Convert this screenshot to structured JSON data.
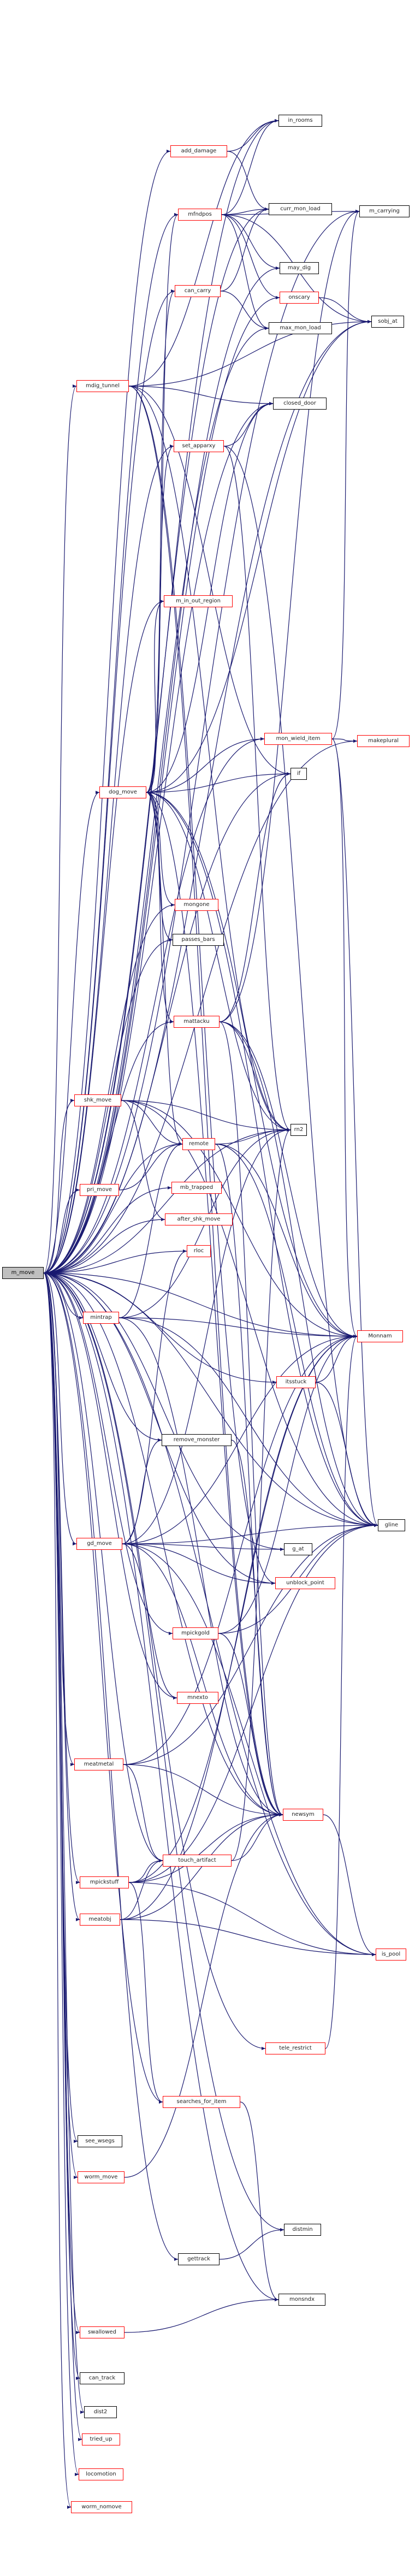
{
  "colors": {
    "edge": "#191970",
    "link_border": "#ff0000",
    "plain_border": "#000000",
    "root_fill": "#bfbfbf"
  },
  "nodes": [
    {
      "id": "m_move",
      "label": "m_move",
      "style": "root"
    },
    {
      "id": "add_damage",
      "label": "add_damage",
      "style": "red"
    },
    {
      "id": "in_rooms",
      "label": "in_rooms",
      "style": "black"
    },
    {
      "id": "mfndpos",
      "label": "mfndpos",
      "style": "red"
    },
    {
      "id": "m_carrying",
      "label": "m_carrying",
      "style": "black"
    },
    {
      "id": "curr_mon_load",
      "label": "curr_mon_load",
      "style": "black"
    },
    {
      "id": "may_dig",
      "label": "may_dig",
      "style": "black"
    },
    {
      "id": "can_carry",
      "label": "can_carry",
      "style": "red"
    },
    {
      "id": "onscary",
      "label": "onscary",
      "style": "red"
    },
    {
      "id": "sobj_at",
      "label": "sobj_at",
      "style": "black"
    },
    {
      "id": "max_mon_load",
      "label": "max_mon_load",
      "style": "black"
    },
    {
      "id": "mdig_tunnel",
      "label": "mdig_tunnel",
      "style": "red"
    },
    {
      "id": "closed_door",
      "label": "closed_door",
      "style": "black"
    },
    {
      "id": "set_apparxy",
      "label": "set_apparxy",
      "style": "red"
    },
    {
      "id": "m_in_out_region",
      "label": "m_in_out_region",
      "style": "red"
    },
    {
      "id": "mon_wield_item",
      "label": "mon_wield_item",
      "style": "red"
    },
    {
      "id": "makeplural",
      "label": "makeplural",
      "style": "red"
    },
    {
      "id": "dog_move",
      "label": "dog_move",
      "style": "red"
    },
    {
      "id": "if",
      "label": "if",
      "style": "black"
    },
    {
      "id": "mongone",
      "label": "mongone",
      "style": "red"
    },
    {
      "id": "passes_bars",
      "label": "passes_bars",
      "style": "black"
    },
    {
      "id": "mattacku",
      "label": "mattacku",
      "style": "red"
    },
    {
      "id": "shk_move",
      "label": "shk_move",
      "style": "red"
    },
    {
      "id": "rn2",
      "label": "rn2",
      "style": "black"
    },
    {
      "id": "remote",
      "label": "remote",
      "style": "red"
    },
    {
      "id": "pri_move",
      "label": "pri_move",
      "style": "red"
    },
    {
      "id": "mb_trapped",
      "label": "mb_trapped",
      "style": "red"
    },
    {
      "id": "after_shk_move",
      "label": "after_shk_move",
      "style": "red"
    },
    {
      "id": "rloc",
      "label": "rloc",
      "style": "red"
    },
    {
      "id": "mintrap",
      "label": "mintrap",
      "style": "red"
    },
    {
      "id": "Monnam",
      "label": "Monnam",
      "style": "red"
    },
    {
      "id": "itsstuck",
      "label": "itsstuck",
      "style": "red"
    },
    {
      "id": "remove_monster",
      "label": "remove_monster",
      "style": "black"
    },
    {
      "id": "gline",
      "label": "gline",
      "style": "black"
    },
    {
      "id": "gd_move",
      "label": "gd_move",
      "style": "red"
    },
    {
      "id": "g_at",
      "label": "g_at",
      "style": "black"
    },
    {
      "id": "unblock_point",
      "label": "unblock_point",
      "style": "red"
    },
    {
      "id": "mpickgold",
      "label": "mpickgold",
      "style": "red"
    },
    {
      "id": "mnexto",
      "label": "mnexto",
      "style": "red"
    },
    {
      "id": "meatmetal",
      "label": "meatmetal",
      "style": "red"
    },
    {
      "id": "newsym",
      "label": "newsym",
      "style": "red"
    },
    {
      "id": "touch_artifact",
      "label": "touch_artifact",
      "style": "red"
    },
    {
      "id": "mpickstuff",
      "label": "mpickstuff",
      "style": "red"
    },
    {
      "id": "is_pool",
      "label": "is_pool",
      "style": "red"
    },
    {
      "id": "meatobj",
      "label": "meatobj",
      "style": "red"
    },
    {
      "id": "tele_restrict",
      "label": "tele_restrict",
      "style": "red"
    },
    {
      "id": "searches_for_item",
      "label": "searches_for_item",
      "style": "red"
    },
    {
      "id": "see_wsegs",
      "label": "see_wsegs",
      "style": "black"
    },
    {
      "id": "worm_move",
      "label": "worm_move",
      "style": "red"
    },
    {
      "id": "distmin",
      "label": "distmin",
      "style": "black"
    },
    {
      "id": "gettrack",
      "label": "gettrack",
      "style": "black"
    },
    {
      "id": "monsndx",
      "label": "monsndx",
      "style": "black"
    },
    {
      "id": "swallowed",
      "label": "swallowed",
      "style": "red"
    },
    {
      "id": "can_track",
      "label": "can_track",
      "style": "black"
    },
    {
      "id": "dist2",
      "label": "dist2",
      "style": "black"
    },
    {
      "id": "tried_up",
      "label": "tried_up",
      "style": "red"
    },
    {
      "id": "locomotion",
      "label": "locomotion",
      "style": "red"
    },
    {
      "id": "worm_nomove",
      "label": "worm_nomove",
      "style": "red"
    }
  ],
  "edges": [
    [
      "m_move",
      "add_damage"
    ],
    [
      "m_move",
      "in_rooms"
    ],
    [
      "m_move",
      "mfndpos"
    ],
    [
      "m_move",
      "m_carrying"
    ],
    [
      "m_move",
      "curr_mon_load"
    ],
    [
      "m_move",
      "may_dig"
    ],
    [
      "m_move",
      "can_carry"
    ],
    [
      "m_move",
      "onscary"
    ],
    [
      "m_move",
      "sobj_at"
    ],
    [
      "m_move",
      "max_mon_load"
    ],
    [
      "m_move",
      "mdig_tunnel"
    ],
    [
      "m_move",
      "closed_door"
    ],
    [
      "m_move",
      "set_apparxy"
    ],
    [
      "m_move",
      "m_in_out_region"
    ],
    [
      "m_move",
      "mon_wield_item"
    ],
    [
      "m_move",
      "makeplural"
    ],
    [
      "m_move",
      "dog_move"
    ],
    [
      "m_move",
      "if"
    ],
    [
      "m_move",
      "mongone"
    ],
    [
      "m_move",
      "passes_bars"
    ],
    [
      "m_move",
      "mattacku"
    ],
    [
      "m_move",
      "shk_move"
    ],
    [
      "m_move",
      "rn2"
    ],
    [
      "m_move",
      "remote"
    ],
    [
      "m_move",
      "pri_move"
    ],
    [
      "m_move",
      "mb_trapped"
    ],
    [
      "m_move",
      "after_shk_move"
    ],
    [
      "m_move",
      "rloc"
    ],
    [
      "m_move",
      "mintrap"
    ],
    [
      "m_move",
      "Monnam"
    ],
    [
      "m_move",
      "itsstuck"
    ],
    [
      "m_move",
      "remove_monster"
    ],
    [
      "m_move",
      "gline"
    ],
    [
      "m_move",
      "gd_move"
    ],
    [
      "m_move",
      "g_at"
    ],
    [
      "m_move",
      "unblock_point"
    ],
    [
      "m_move",
      "mpickgold"
    ],
    [
      "m_move",
      "mnexto"
    ],
    [
      "m_move",
      "meatmetal"
    ],
    [
      "m_move",
      "newsym"
    ],
    [
      "m_move",
      "touch_artifact"
    ],
    [
      "m_move",
      "mpickstuff"
    ],
    [
      "m_move",
      "is_pool"
    ],
    [
      "m_move",
      "meatobj"
    ],
    [
      "m_move",
      "tele_restrict"
    ],
    [
      "m_move",
      "searches_for_item"
    ],
    [
      "m_move",
      "see_wsegs"
    ],
    [
      "m_move",
      "worm_move"
    ],
    [
      "m_move",
      "distmin"
    ],
    [
      "m_move",
      "gettrack"
    ],
    [
      "m_move",
      "monsndx"
    ],
    [
      "m_move",
      "swallowed"
    ],
    [
      "m_move",
      "can_track"
    ],
    [
      "m_move",
      "dist2"
    ],
    [
      "m_move",
      "tried_up"
    ],
    [
      "m_move",
      "locomotion"
    ],
    [
      "m_move",
      "worm_nomove"
    ],
    [
      "add_damage",
      "in_rooms"
    ],
    [
      "add_damage",
      "curr_mon_load"
    ],
    [
      "mfndpos",
      "in_rooms"
    ],
    [
      "mfndpos",
      "m_carrying"
    ],
    [
      "mfndpos",
      "curr_mon_load"
    ],
    [
      "mfndpos",
      "may_dig"
    ],
    [
      "mfndpos",
      "onscary"
    ],
    [
      "mfndpos",
      "sobj_at"
    ],
    [
      "mfndpos",
      "max_mon_load"
    ],
    [
      "can_carry",
      "curr_mon_load"
    ],
    [
      "can_carry",
      "max_mon_load"
    ],
    [
      "onscary",
      "sobj_at"
    ],
    [
      "mdig_tunnel",
      "in_rooms"
    ],
    [
      "mdig_tunnel",
      "sobj_at"
    ],
    [
      "mdig_tunnel",
      "closed_door"
    ],
    [
      "mdig_tunnel",
      "if"
    ],
    [
      "mdig_tunnel",
      "rn2"
    ],
    [
      "mdig_tunnel",
      "newsym"
    ],
    [
      "mdig_tunnel",
      "unblock_point"
    ],
    [
      "set_apparxy",
      "closed_door"
    ],
    [
      "set_apparxy",
      "rn2"
    ],
    [
      "set_apparxy",
      "gline"
    ],
    [
      "mon_wield_item",
      "makeplural"
    ],
    [
      "mon_wield_item",
      "m_carrying"
    ],
    [
      "mon_wield_item",
      "Monnam"
    ],
    [
      "mon_wield_item",
      "gline"
    ],
    [
      "dog_move",
      "mfndpos"
    ],
    [
      "dog_move",
      "can_carry"
    ],
    [
      "dog_move",
      "closed_door"
    ],
    [
      "dog_move",
      "set_apparxy"
    ],
    [
      "dog_move",
      "m_in_out_region"
    ],
    [
      "dog_move",
      "mon_wield_item"
    ],
    [
      "dog_move",
      "if"
    ],
    [
      "dog_move",
      "mongone"
    ],
    [
      "dog_move",
      "passes_bars"
    ],
    [
      "dog_move",
      "mattacku"
    ],
    [
      "dog_move",
      "rn2"
    ],
    [
      "dog_move",
      "Monnam"
    ],
    [
      "dog_move",
      "gline"
    ],
    [
      "dog_move",
      "newsym"
    ],
    [
      "dog_move",
      "remote"
    ],
    [
      "dog_move",
      "sobj_at"
    ],
    [
      "mattacku",
      "if"
    ],
    [
      "mattacku",
      "rn2"
    ],
    [
      "mattacku",
      "Monnam"
    ],
    [
      "mattacku",
      "gline"
    ],
    [
      "mattacku",
      "newsym"
    ],
    [
      "mattacku",
      "m_carrying"
    ],
    [
      "shk_move",
      "rn2"
    ],
    [
      "shk_move",
      "remote"
    ],
    [
      "shk_move",
      "after_shk_move"
    ],
    [
      "shk_move",
      "gline"
    ],
    [
      "shk_move",
      "Monnam"
    ],
    [
      "remote",
      "rn2"
    ],
    [
      "remote",
      "Monnam"
    ],
    [
      "remote",
      "gline"
    ],
    [
      "remote",
      "newsym"
    ],
    [
      "pri_move",
      "remote"
    ],
    [
      "mintrap",
      "rn2"
    ],
    [
      "mintrap",
      "Monnam"
    ],
    [
      "mintrap",
      "gline"
    ],
    [
      "mintrap",
      "newsym"
    ],
    [
      "mintrap",
      "remote"
    ],
    [
      "itsstuck",
      "Monnam"
    ],
    [
      "itsstuck",
      "gline"
    ],
    [
      "remove_monster",
      "newsym"
    ],
    [
      "gd_move",
      "rn2"
    ],
    [
      "gd_move",
      "remove_monster"
    ],
    [
      "gd_move",
      "g_at"
    ],
    [
      "gd_move",
      "unblock_point"
    ],
    [
      "gd_move",
      "Monnam"
    ],
    [
      "gd_move",
      "gline"
    ],
    [
      "gd_move",
      "newsym"
    ],
    [
      "gd_move",
      "mnexto"
    ],
    [
      "gd_move",
      "rloc"
    ],
    [
      "gd_move",
      "is_pool"
    ],
    [
      "mpickgold",
      "newsym"
    ],
    [
      "mpickgold",
      "Monnam"
    ],
    [
      "mpickgold",
      "gline"
    ],
    [
      "meatmetal",
      "newsym"
    ],
    [
      "meatmetal",
      "Monnam"
    ],
    [
      "meatmetal",
      "gline"
    ],
    [
      "meatmetal",
      "touch_artifact"
    ],
    [
      "touch_artifact",
      "newsym"
    ],
    [
      "touch_artifact",
      "rn2"
    ],
    [
      "mpickstuff",
      "touch_artifact"
    ],
    [
      "mpickstuff",
      "searches_for_item"
    ],
    [
      "mpickstuff",
      "newsym"
    ],
    [
      "mpickstuff",
      "Monnam"
    ],
    [
      "mpickstuff",
      "gline"
    ],
    [
      "mpickstuff",
      "is_pool"
    ],
    [
      "meatobj",
      "newsym"
    ],
    [
      "meatobj",
      "touch_artifact"
    ],
    [
      "meatobj",
      "Monnam"
    ],
    [
      "meatobj",
      "is_pool"
    ],
    [
      "newsym",
      "is_pool"
    ],
    [
      "tele_restrict",
      "Monnam"
    ],
    [
      "searches_for_item",
      "monsndx"
    ],
    [
      "worm_move",
      "newsym"
    ],
    [
      "gettrack",
      "distmin"
    ],
    [
      "swallowed",
      "monsndx"
    ]
  ]
}
